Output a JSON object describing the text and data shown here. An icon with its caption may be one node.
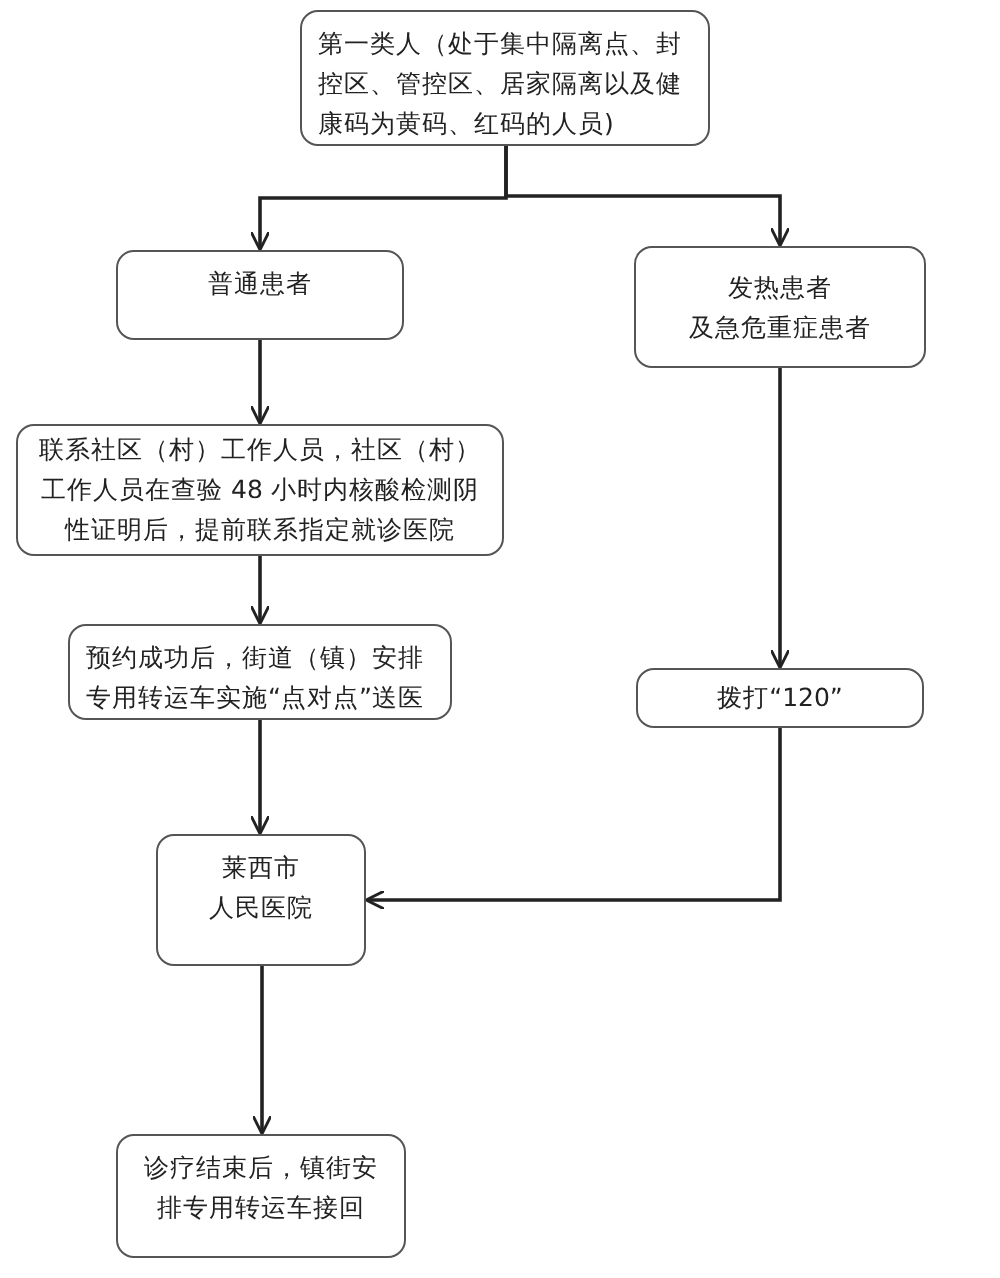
{
  "diagram": {
    "nodes": [
      {
        "text": [
          "第一类人（处于集中隔离点、封控区、管控区、居家隔离以及健康码为黄码、红码的人员)"
        ]
      },
      {
        "text": [
          "普通患者"
        ]
      },
      {
        "text": [
          "发热患者",
          "及急危重症患者"
        ]
      },
      {
        "text": [
          "联系社区（村）工作人员，社区（村）工作人员在查验 48 小时内核酸检测阴性证明后，提前联系指定就诊医院"
        ]
      },
      {
        "text": [
          "预约成功后，街道（镇）安排专用转运车实施“点对点”送医"
        ]
      },
      {
        "text": [
          "拨打“120”"
        ]
      },
      {
        "text": [
          "莱西市",
          "人民医院"
        ]
      },
      {
        "text": [
          "诊疗结束后，镇街安排专用转运车接回"
        ]
      }
    ],
    "edges": [
      {
        "from": 0,
        "to": 1,
        "arrow": "to"
      },
      {
        "from": 0,
        "to": 2,
        "arrow": "to"
      },
      {
        "from": 1,
        "to": 3,
        "arrow": "to"
      },
      {
        "from": 3,
        "to": 4,
        "arrow": "to"
      },
      {
        "from": 2,
        "to": 5,
        "arrow": "to"
      },
      {
        "from": 4,
        "to": 6,
        "arrow": "to"
      },
      {
        "from": 5,
        "to": 6,
        "arrow": "to"
      },
      {
        "from": 6,
        "to": 7,
        "arrow": "to"
      }
    ]
  }
}
